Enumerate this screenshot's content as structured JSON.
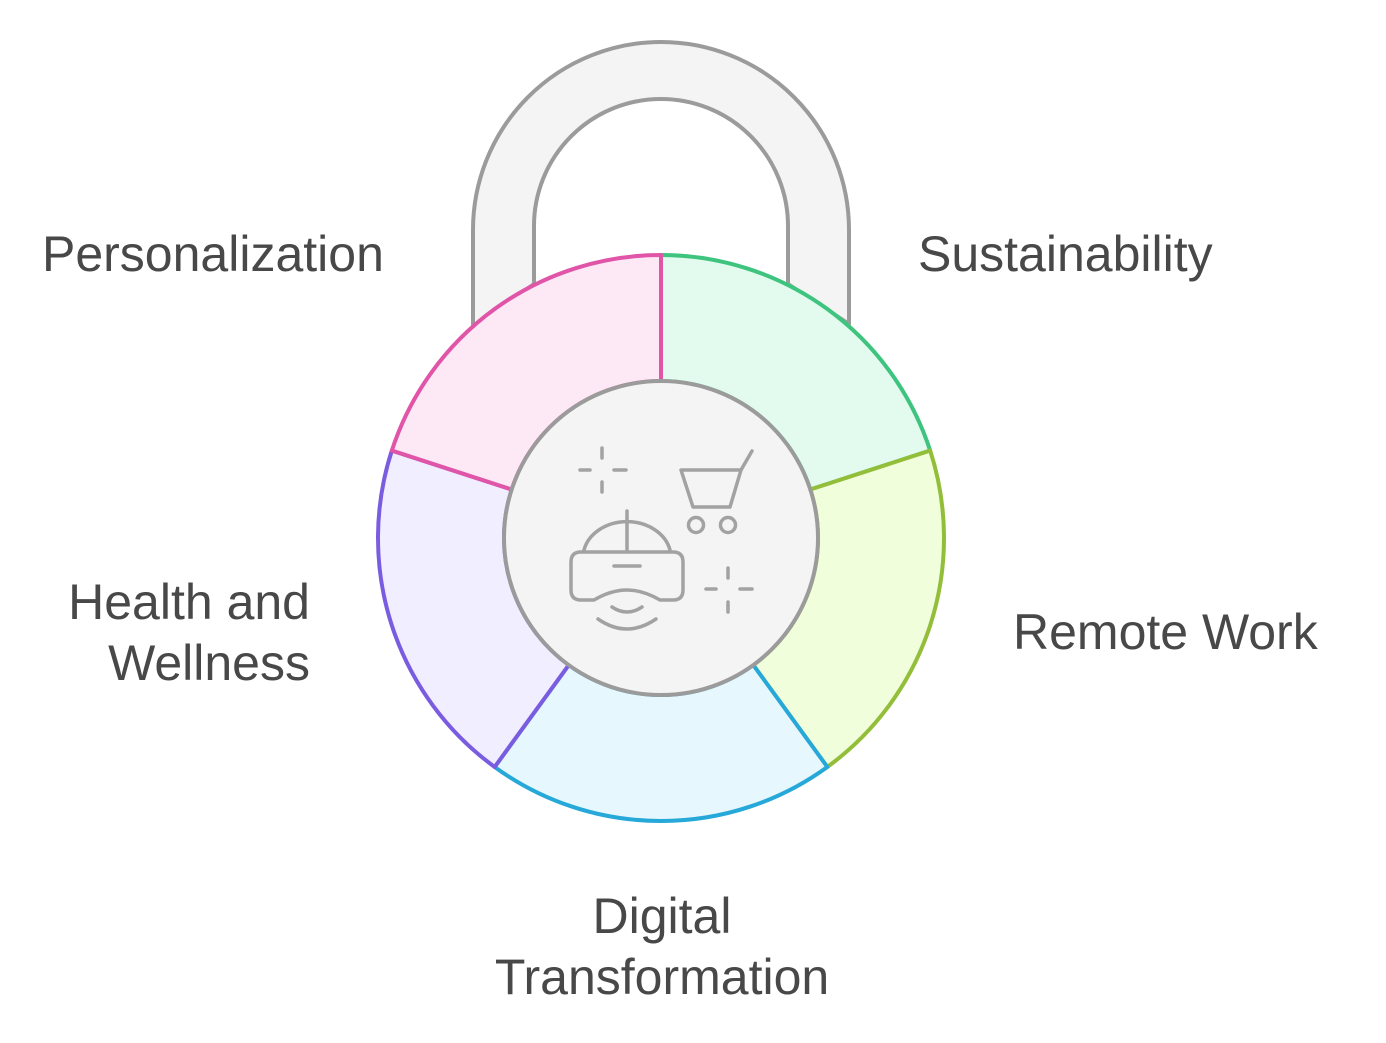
{
  "segments": [
    {
      "key": "sustainability",
      "label": "Sustainability",
      "stroke": "#3ec47f",
      "fill": "#e2fbee"
    },
    {
      "key": "remote_work",
      "label": "Remote Work",
      "stroke": "#93be3a",
      "fill": "#f1fedc"
    },
    {
      "key": "digital_transformation",
      "label": "Digital\nTransformation",
      "stroke": "#26a8d8",
      "fill": "#e6f7fd"
    },
    {
      "key": "health_wellness",
      "label": "Health and\nWellness",
      "stroke": "#7a5ce0",
      "fill": "#f1efff"
    },
    {
      "key": "personalization",
      "label": "Personalization",
      "stroke": "#e055a8",
      "fill": "#fde9f5"
    }
  ],
  "shackle": {
    "stroke": "#9b9b9b",
    "fill": "#f4f4f4"
  },
  "hub": {
    "stroke": "#9b9b9b",
    "fill": "#f4f4f4"
  },
  "icons": [
    "vr-headset-icon",
    "shopping-cart-icon",
    "sparkle-icon"
  ]
}
